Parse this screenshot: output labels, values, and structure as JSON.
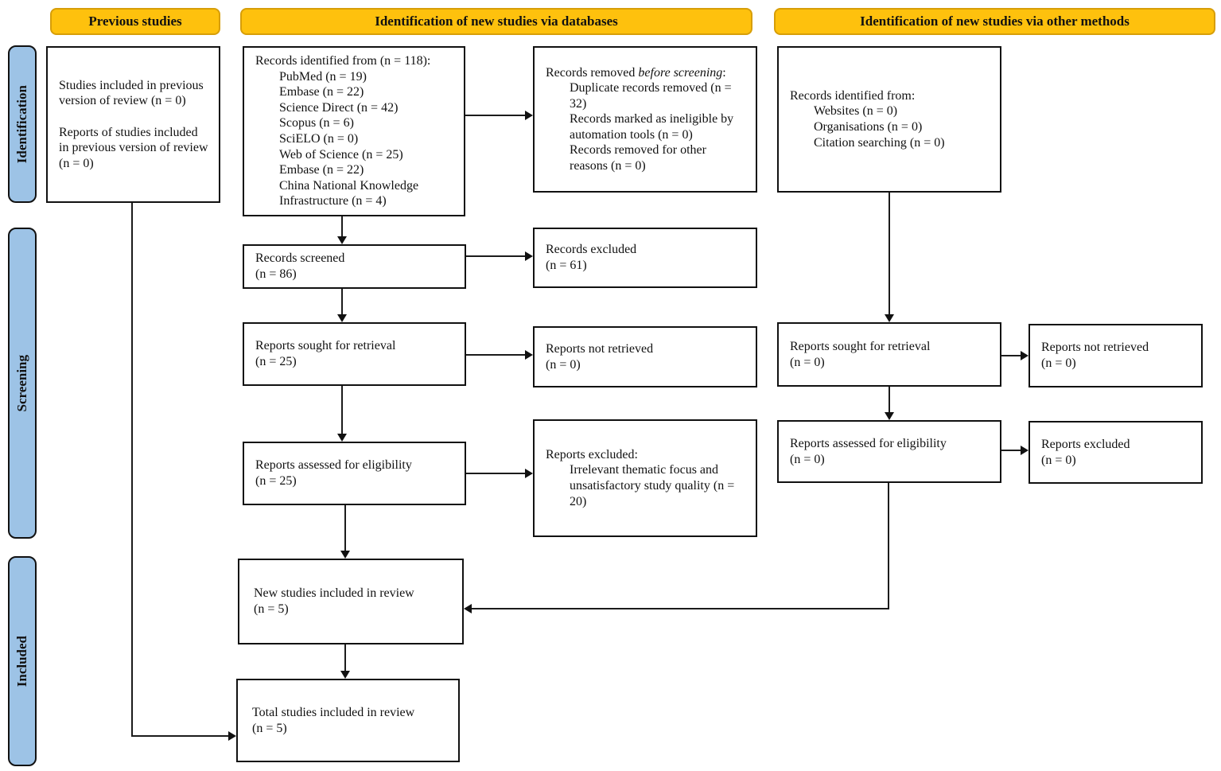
{
  "headers": {
    "previous": "Previous studies",
    "databases": "Identification of new studies via databases",
    "other": "Identification of new studies via other methods"
  },
  "stages": {
    "identification": "Identification",
    "screening": "Screening",
    "included": "Included"
  },
  "colors": {
    "header_fill": "#FEC10D",
    "header_border": "#D79E08",
    "stage_fill": "#9DC3E6",
    "box_border": "#111111"
  },
  "boxes": {
    "previous_studies": {
      "para1": "Studies included in previous version of review (n = 0)",
      "para2": "Reports of studies included in previous version of review (n = 0)"
    },
    "db_identified": {
      "title": "Records identified from (n = 118):",
      "items": [
        "PubMed (n = 19)",
        "Embase (n = 22)",
        "Science Direct (n = 42)",
        "Scopus (n = 6)",
        "SciELO (n = 0)",
        "Web of Science (n = 25)",
        "Embase (n = 22)",
        "China National Knowledge Infrastructure (n = 4)"
      ]
    },
    "records_removed": {
      "title_prefix": "Records removed ",
      "title_italic": "before screening",
      "title_suffix": ":",
      "items": [
        "Duplicate records removed (n = 32)",
        "Records marked as ineligible by automation tools (n = 0)",
        "Records removed for other reasons (n = 0)"
      ]
    },
    "records_screened": {
      "label": "Records screened",
      "count": "(n = 86)"
    },
    "records_excluded": {
      "label": "Records excluded",
      "count": "(n = 61)"
    },
    "reports_sought_db": {
      "label": "Reports sought for retrieval",
      "count": "(n = 25)"
    },
    "reports_not_retrieved_db": {
      "label": "Reports not retrieved",
      "count": "(n = 0)"
    },
    "reports_assessed_db": {
      "label": "Reports assessed for eligibility",
      "count": "(n = 25)"
    },
    "reports_excluded_db": {
      "title": "Reports excluded:",
      "items": [
        "Irrelevant thematic focus and unsatisfactory study quality (n = 20)"
      ]
    },
    "new_studies": {
      "label": "New studies included in review",
      "count": "(n = 5)"
    },
    "total_studies": {
      "label": "Total studies included in review",
      "count": "(n = 5)"
    },
    "other_identified": {
      "title": "Records identified from:",
      "items": [
        "Websites (n = 0)",
        "Organisations (n = 0)",
        "Citation searching (n = 0)"
      ]
    },
    "reports_sought_other": {
      "label": "Reports sought for retrieval",
      "count": "(n = 0)"
    },
    "reports_not_retrieved_other": {
      "label": "Reports not retrieved",
      "count": "(n = 0)"
    },
    "reports_assessed_other": {
      "label": "Reports assessed for eligibility",
      "count": "(n = 0)"
    },
    "reports_excluded_other": {
      "label": "Reports excluded",
      "count": "(n = 0)"
    }
  }
}
